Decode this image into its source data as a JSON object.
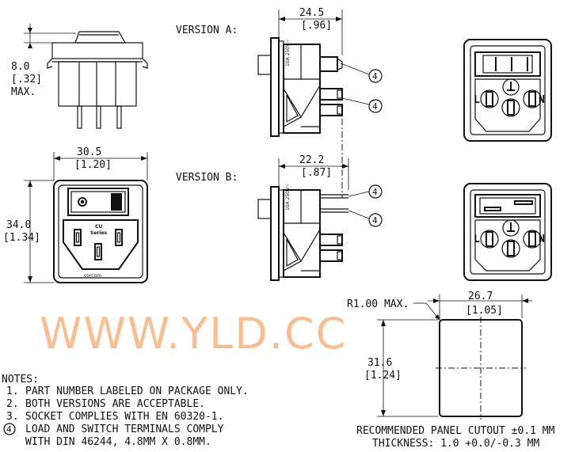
{
  "labels": {
    "version_a": "VERSION A:",
    "version_b": "VERSION B:",
    "dim_height": "8.0",
    "dim_height_in": "[.32]",
    "dim_height_note": "MAX.",
    "dim_width": "30.5",
    "dim_width_in": "[1.20]",
    "dim_body_h": "34.0",
    "dim_body_h_in": "[1.34]",
    "dim_a_depth": "24.5",
    "dim_a_depth_in": "[.96]",
    "dim_b_depth": "22.2",
    "dim_b_depth_in": "[.87]",
    "radius": "R1.00 MAX.",
    "cut_w": "26.7",
    "cut_w_in": "[1.05]",
    "cut_h": "31.6",
    "cut_h_in": "[1.24]",
    "callout_num": "4",
    "terminal_l": "L",
    "terminal_n": "N",
    "front_cu": "CU",
    "front_series": "Series",
    "front_brand": "corcom",
    "side_marking": "10A 250V~",
    "cutout_title": "RECOMMENDED PANEL CUTOUT ±0.1 MM",
    "cutout_thickness": "THICKNESS: 1.0 +0.0/-0.3 MM",
    "watermark": "WWW.YLD.CC"
  },
  "notes": {
    "title": "NOTES:",
    "items": [
      {
        "num": "1.",
        "text": "PART NUMBER LABELED ON PACKAGE ONLY."
      },
      {
        "num": "2.",
        "text": "BOTH VERSIONS ARE ACCEPTABLE."
      },
      {
        "num": "3.",
        "text": "SOCKET COMPLIES WITH EN 60320-1."
      },
      {
        "num": "4.",
        "text": "LOAD AND SWITCH TERMINALS COMPLY"
      }
    ],
    "continuation": "WITH DIN 46244, 4.8MM X 0.8MM."
  }
}
